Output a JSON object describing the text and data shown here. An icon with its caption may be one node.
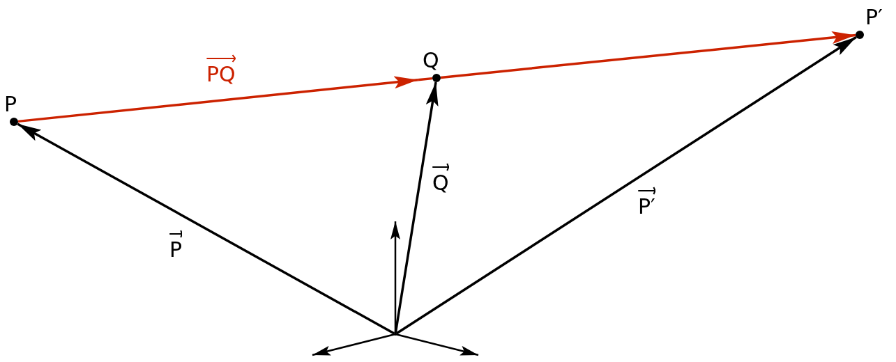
{
  "diagram": {
    "nodes": [
      {
        "text": [
          "P"
        ]
      },
      {
        "text": [
          "Q"
        ]
      },
      {
        "text": [
          "P′"
        ]
      },
      {
        "text": [],
        "shape": "point"
      }
    ],
    "edges": [
      {
        "from": 3,
        "to": 0,
        "arrow": "to",
        "label": "P"
      },
      {
        "from": 3,
        "to": 1,
        "arrow": "to",
        "label": "Q"
      },
      {
        "from": 3,
        "to": 2,
        "arrow": "to",
        "label": "P′"
      },
      {
        "from": 0,
        "to": 1,
        "arrow": "to",
        "label": "PQ",
        "color": "#cc2200"
      },
      {
        "from": 1,
        "to": 2,
        "arrow": "to",
        "color": "#cc2200"
      }
    ]
  }
}
